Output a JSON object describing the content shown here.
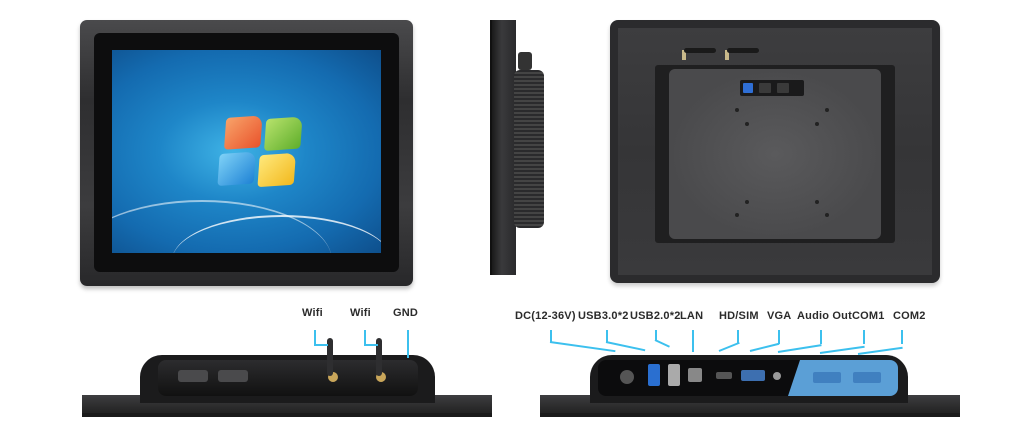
{
  "image": {
    "type": "product-photo",
    "subject": "Industrial panel PC (open-frame touch monitor)",
    "views": [
      "front",
      "side",
      "back",
      "bottom-left",
      "bottom-right"
    ]
  },
  "front_view": {
    "screen_content": "windows-7-desktop-wallpaper",
    "logo_icon": "windows-logo-icon"
  },
  "back_view": {
    "buttons": [
      "power-button",
      "menu-button",
      "brightness-button"
    ],
    "accent_color": "#2f6fd6"
  },
  "callouts_left": [
    {
      "label": "Wifi"
    },
    {
      "label": "Wifi"
    },
    {
      "label": "GND"
    }
  ],
  "callouts_right": [
    {
      "label": "DC(12-36V)"
    },
    {
      "label": "USB3.0*2"
    },
    {
      "label": "USB2.0*2"
    },
    {
      "label": "LAN"
    },
    {
      "label": "HD/SIM"
    },
    {
      "label": "VGA"
    },
    {
      "label": "Audio Out"
    },
    {
      "label": "COM1"
    },
    {
      "label": "COM2"
    }
  ],
  "colors": {
    "callout_line": "#3cc0ee",
    "com_panel": "#5b9fd6",
    "chassis": "#2b2b2d"
  }
}
